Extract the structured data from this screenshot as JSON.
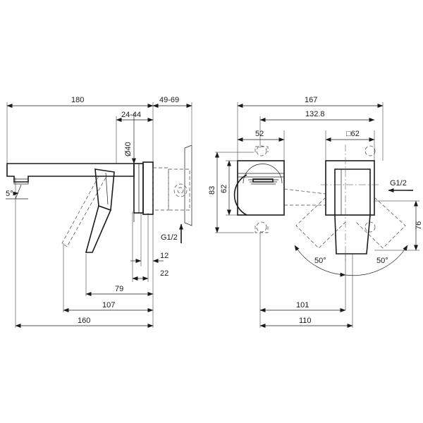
{
  "side_view": {
    "dim_total_length": "180",
    "dim_wall_range": "49-69",
    "dim_body_depth": "24-44",
    "dim_diameter": "Ø40",
    "dim_angle": "5°",
    "dim_12": "12",
    "dim_22": "22",
    "dim_79": "79",
    "dim_107": "107",
    "dim_160": "160",
    "thread_label": "G1/2"
  },
  "front_view": {
    "dim_total_width": "167",
    "dim_centre_distance": "132.8",
    "dim_plate_width": "52",
    "dim_square": "□62",
    "dim_height_83": "83",
    "dim_height_62": "62",
    "dim_height_76": "76",
    "thread_label": "G1/2",
    "angle_left": "50°",
    "angle_right": "50°",
    "dim_101": "101",
    "dim_110": "110"
  }
}
